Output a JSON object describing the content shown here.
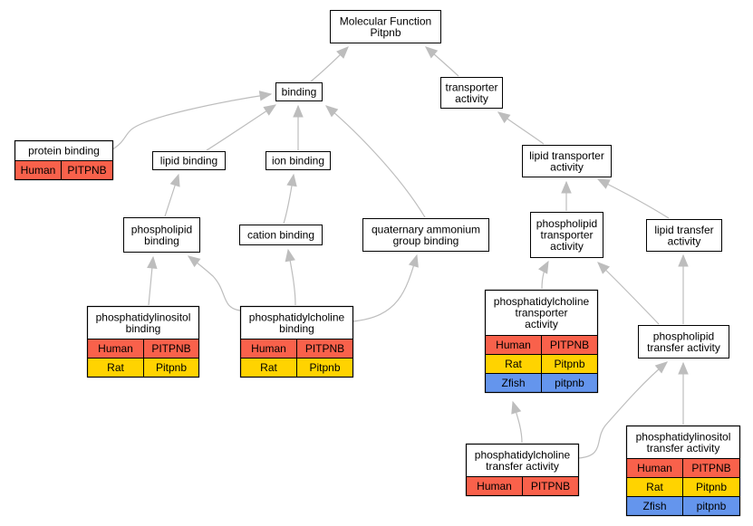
{
  "colors": {
    "Human": "#f9614b",
    "Rat": "#ffd300",
    "Zfish": "#6495ed",
    "edge": "#bdbdbd",
    "border": "#000000"
  },
  "nodes": {
    "root": {
      "lines": [
        "Molecular Function",
        "Pitpnb"
      ]
    },
    "binding": {
      "lines": [
        "binding"
      ]
    },
    "transporter": {
      "lines": [
        "transporter",
        "activity"
      ]
    },
    "protein_binding": {
      "lines": [
        "protein binding"
      ],
      "rows": [
        [
          "Human",
          "PITPNB"
        ]
      ]
    },
    "lipid_binding": {
      "lines": [
        "lipid binding"
      ]
    },
    "ion_binding": {
      "lines": [
        "ion binding"
      ]
    },
    "lipid_transporter": {
      "lines": [
        "lipid transporter",
        "activity"
      ]
    },
    "phospholipid_binding": {
      "lines": [
        "phospholipid",
        "binding"
      ]
    },
    "cation_binding": {
      "lines": [
        "cation binding"
      ]
    },
    "quaternary": {
      "lines": [
        "quaternary ammonium",
        "group binding"
      ]
    },
    "pl_transporter": {
      "lines": [
        "phospholipid",
        "transporter",
        "activity"
      ]
    },
    "lipid_transfer": {
      "lines": [
        "lipid transfer",
        "activity"
      ]
    },
    "pi_binding": {
      "lines": [
        "phosphatidylinositol",
        "binding"
      ],
      "rows": [
        [
          "Human",
          "PITPNB"
        ],
        [
          "Rat",
          "Pitpnb"
        ]
      ]
    },
    "pc_binding": {
      "lines": [
        "phosphatidylcholine",
        "binding"
      ],
      "rows": [
        [
          "Human",
          "PITPNB"
        ],
        [
          "Rat",
          "Pitpnb"
        ]
      ]
    },
    "pc_transporter": {
      "lines": [
        "phosphatidylcholine",
        "transporter",
        "activity"
      ],
      "rows": [
        [
          "Human",
          "PITPNB"
        ],
        [
          "Rat",
          "Pitpnb"
        ],
        [
          "Zfish",
          "pitpnb"
        ]
      ]
    },
    "pl_transfer": {
      "lines": [
        "phospholipid",
        "transfer activity"
      ]
    },
    "pc_transfer": {
      "lines": [
        "phosphatidylcholine",
        "transfer activity"
      ],
      "rows": [
        [
          "Human",
          "PITPNB"
        ]
      ]
    },
    "pi_transfer": {
      "lines": [
        "phosphatidylinositol",
        "transfer activity"
      ],
      "rows": [
        [
          "Human",
          "PITPNB"
        ],
        [
          "Rat",
          "Pitpnb"
        ],
        [
          "Zfish",
          "pitpnb"
        ]
      ]
    }
  },
  "edges": [
    [
      "binding",
      "root"
    ],
    [
      "transporter",
      "root"
    ],
    [
      "protein_binding",
      "binding"
    ],
    [
      "lipid_binding",
      "binding"
    ],
    [
      "ion_binding",
      "binding"
    ],
    [
      "quaternary",
      "binding"
    ],
    [
      "lipid_transporter",
      "transporter"
    ],
    [
      "phospholipid_binding",
      "lipid_binding"
    ],
    [
      "cation_binding",
      "ion_binding"
    ],
    [
      "pl_transporter",
      "lipid_transporter"
    ],
    [
      "lipid_transfer",
      "lipid_transporter"
    ],
    [
      "pi_binding",
      "phospholipid_binding"
    ],
    [
      "pc_binding",
      "phospholipid_binding"
    ],
    [
      "pc_binding",
      "cation_binding"
    ],
    [
      "pc_binding",
      "quaternary"
    ],
    [
      "pc_transporter",
      "pl_transporter"
    ],
    [
      "pl_transfer",
      "pl_transporter"
    ],
    [
      "pl_transfer",
      "lipid_transfer"
    ],
    [
      "pc_transfer",
      "pc_transporter"
    ],
    [
      "pc_transfer",
      "pl_transfer"
    ],
    [
      "pi_transfer",
      "pl_transfer"
    ]
  ]
}
